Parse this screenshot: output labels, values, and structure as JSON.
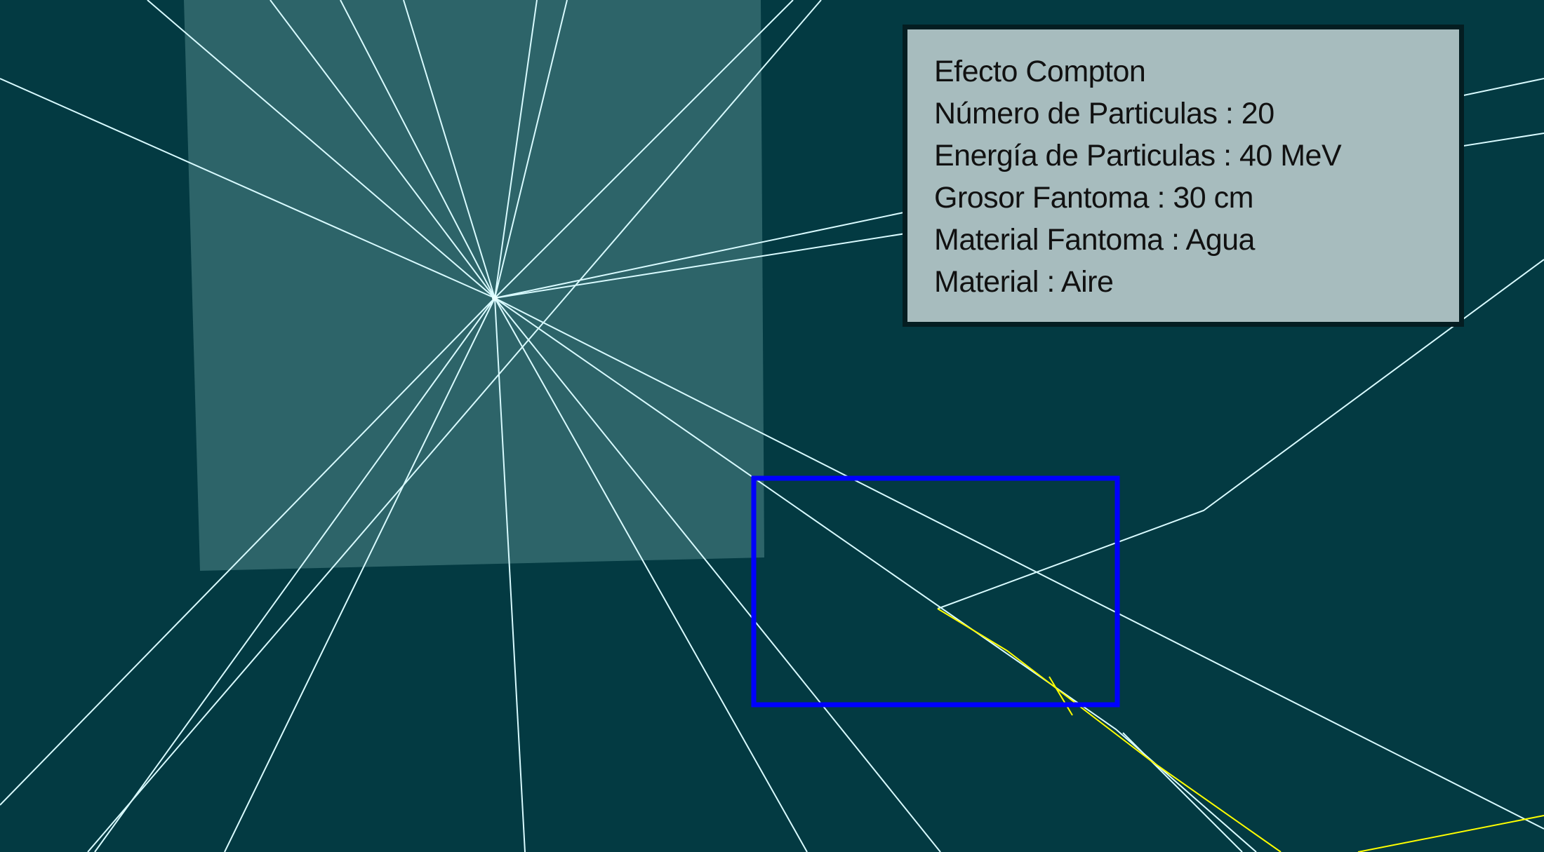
{
  "info_panel": {
    "title": "Efecto Compton",
    "particle_count": "Número de Particulas : 20",
    "particle_energy": "Energía de Particulas : 40 MeV",
    "phantom_thickness": "Grosor Fantoma : 30 cm",
    "phantom_material": "Material Fantoma : Agua",
    "material": "Material : Aire"
  },
  "colors": {
    "background": "#033a42",
    "phantom": "#2d6469",
    "particle_tracks": "#d9fbff",
    "secondary_tracks": "#ffff00",
    "highlight_box": "#0000ff",
    "panel_background": "#a7bcbe",
    "panel_border": "#041d21"
  },
  "icons": {
    "interaction_vertex": "radial-burst"
  }
}
